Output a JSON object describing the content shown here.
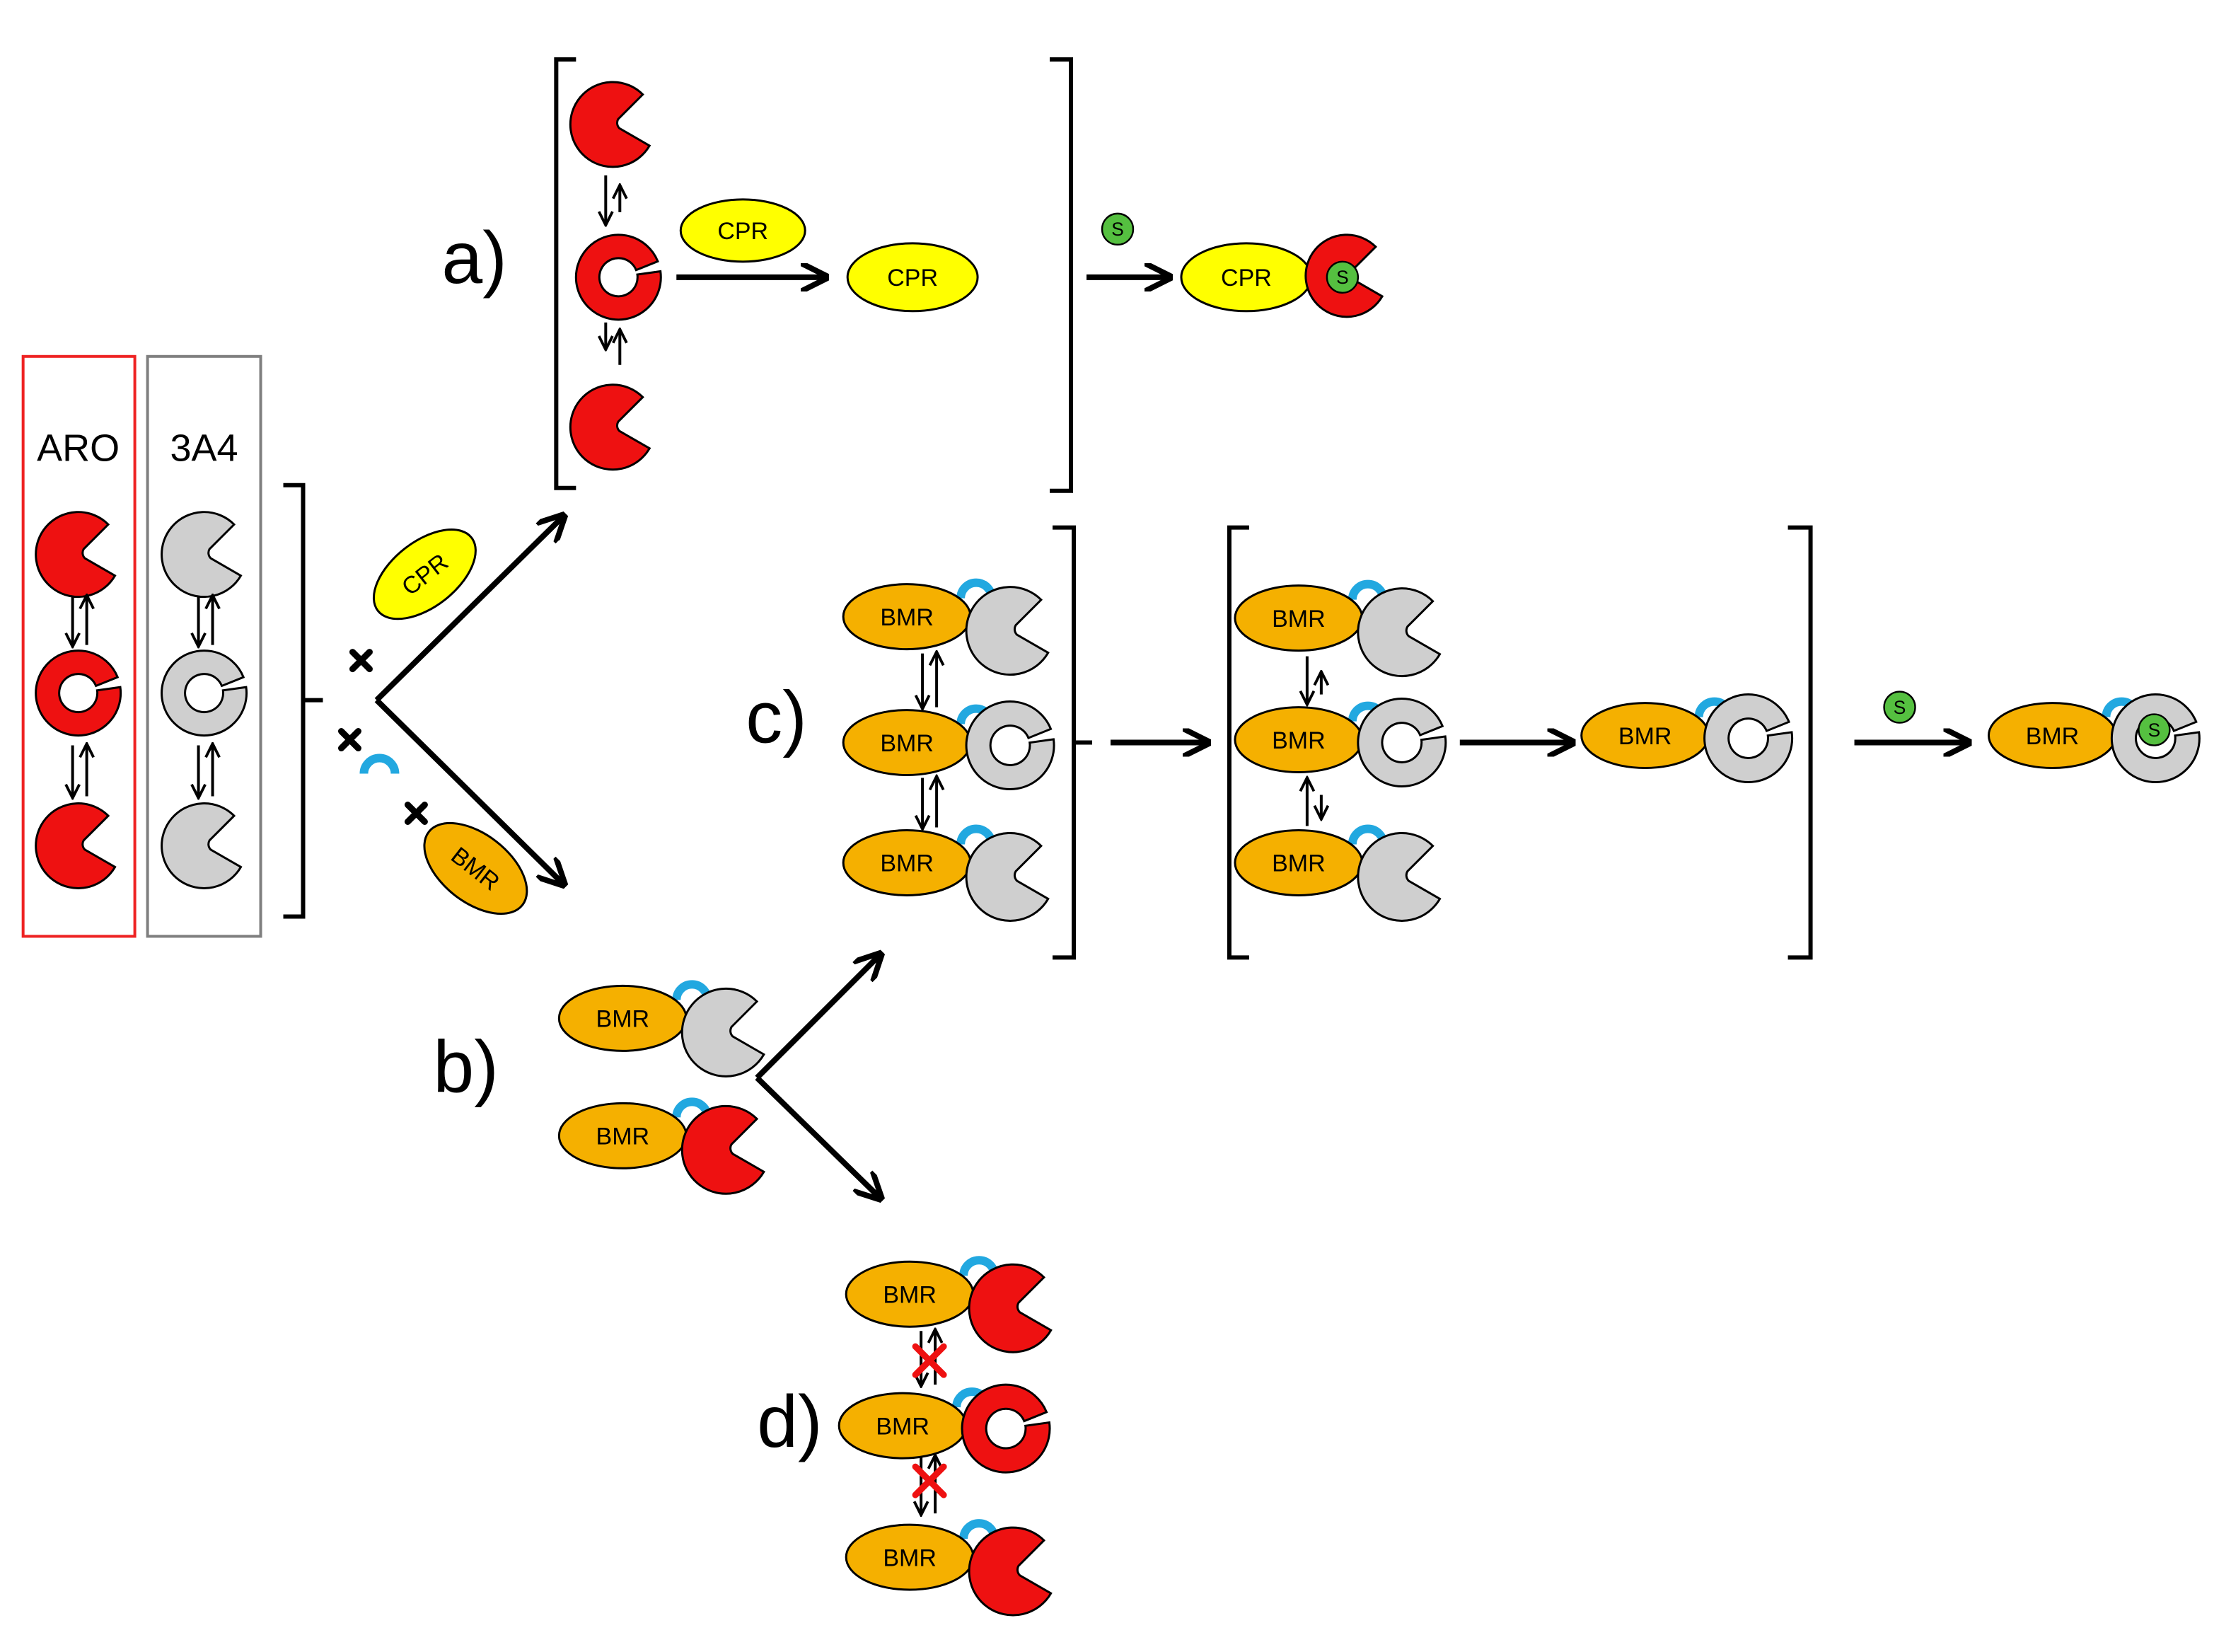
{
  "legend": {
    "aro_label": "ARO",
    "cyp3a4_label": "3A4"
  },
  "labels": {
    "a": "a)",
    "b": "b)",
    "c": "c)",
    "d": "d)"
  },
  "proteins": {
    "cpr": "CPR",
    "bmr": "BMR",
    "substrate": "S"
  },
  "colors": {
    "aro": "#ee1111",
    "cyp3a4": "#cfcfcf",
    "cpr": "#ffff00",
    "bmr": "#f5b000",
    "linker": "#22a8e0",
    "substrate": "#55c040",
    "aro_box": "#ee2222",
    "cyp3a4_box": "#7f7f7f"
  }
}
